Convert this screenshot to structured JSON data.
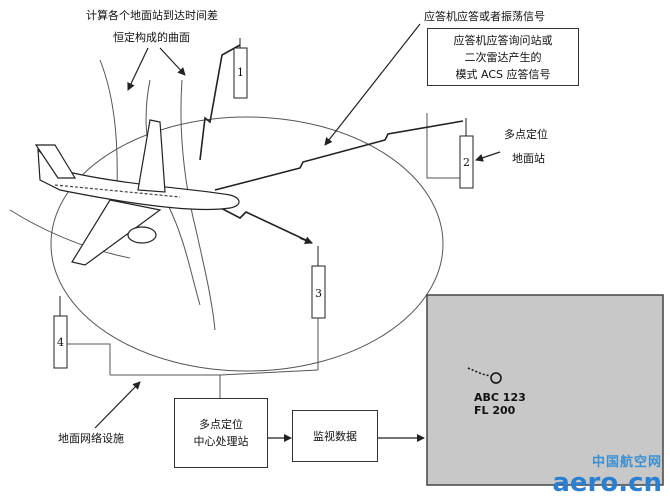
{
  "labels": {
    "tdoa_line1": "计算各个地面站到达时间差",
    "tdoa_line2": "恒定构成的曲面",
    "transponder": "应答机应答或者振荡信号",
    "signal_box": [
      "应答机应答询问站或",
      "二次雷达产生的",
      "模式 ACS 应答信号"
    ],
    "mlat_station_line1": "多点定位",
    "mlat_station_line2": "地面站",
    "ground_network": "地面网络设施",
    "center_line1": "多点定位",
    "center_line2": "中心处理站",
    "surveillance": "监视数据",
    "blip_line1": "ABC 123",
    "blip_line2": "FL 200"
  },
  "stations": [
    "1",
    "2",
    "3",
    "4"
  ],
  "watermark": {
    "cn": "中国航空网",
    "en": "aero.cn"
  },
  "colors": {
    "line": "#333333",
    "screen": "#c8c8c8",
    "screen_border": "#444444",
    "logo": "#2a7fd0"
  }
}
